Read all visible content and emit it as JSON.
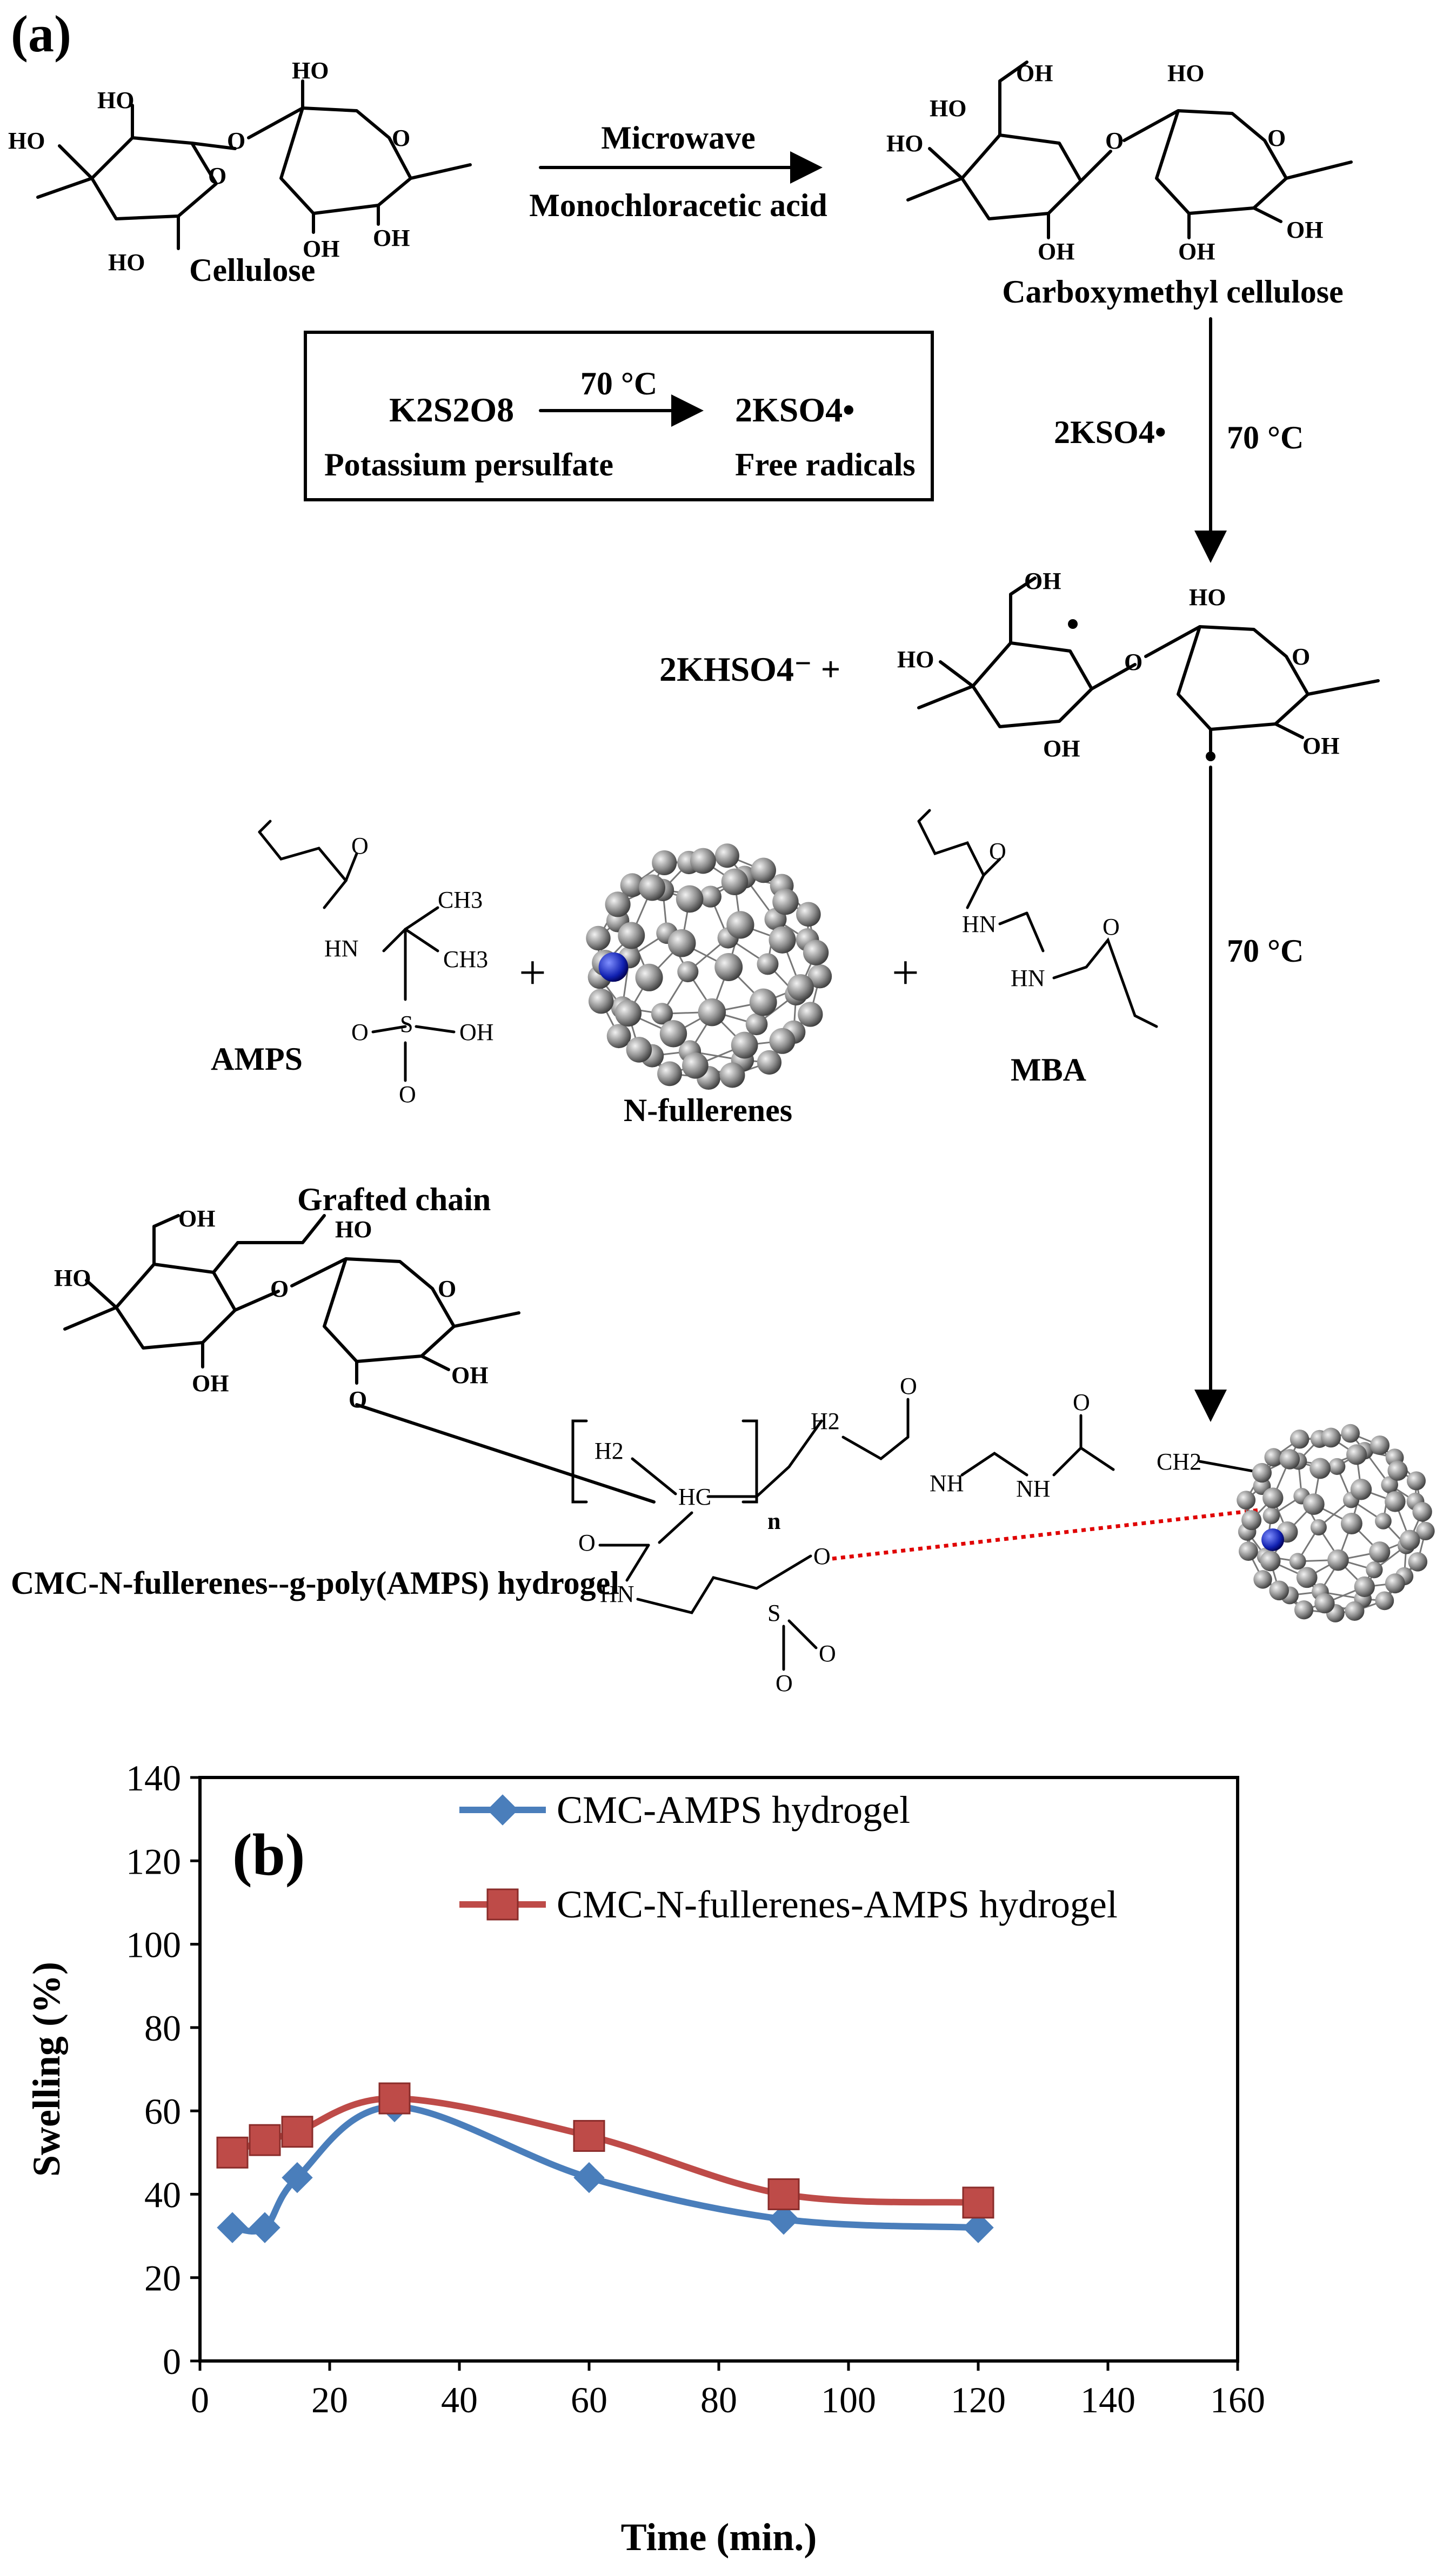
{
  "panel_a": {
    "label": "(a)",
    "cellulose_name": "Cellulose",
    "cmc_name": "Carboxymethyl cellulose",
    "arrow1_top": "Microwave",
    "arrow1_bottom": "Monochloracetic acid",
    "box_reactant": "K2S2O8",
    "box_temp": "70 °C",
    "box_product": "2KSO4•",
    "box_reactant_name": "Potassium persulfate",
    "box_product_name": "Free radicals",
    "arrow2_reagent": "2KSO4•",
    "arrow2_temp": "70 °C",
    "byproduct": "2KHSO4⁻ +",
    "arrow3_temp": "70 °C",
    "amps_name": "AMPS",
    "nfull_name": "N-fullerenes",
    "mba_name": "MBA",
    "plus": "+",
    "grafted_chain": "Grafted chain",
    "product_name": "CMC-N-fullerenes--g-poly(AMPS) hydrogel",
    "atoms": {
      "ho": "HO",
      "oh": "OH",
      "o": "O",
      "hn": "HN",
      "nh": "NH",
      "ch3": "CH3",
      "s": "S",
      "h2": "H2",
      "hc": "HC",
      "ch2": "CH2",
      "n": "n"
    }
  },
  "panel_b": {
    "label": "(b)",
    "chart_data": {
      "type": "line",
      "title": "",
      "xlabel": "Time (min.)",
      "ylabel": "Swelling (%)",
      "xlim": [
        0,
        160
      ],
      "ylim": [
        0,
        140
      ],
      "x_ticks": [
        "0",
        "20",
        "40",
        "60",
        "80",
        "100",
        "120",
        "140",
        "160"
      ],
      "y_ticks": [
        "0",
        "20",
        "40",
        "60",
        "80",
        "100",
        "120",
        "140"
      ],
      "x": [
        5,
        10,
        15,
        30,
        60,
        90,
        120
      ],
      "series": [
        {
          "name": "CMC-AMPS hydrogel",
          "values": [
            32,
            32,
            44,
            61,
            44,
            34,
            32
          ],
          "color": "#4a7ebb",
          "marker": "diamond"
        },
        {
          "name": "CMC-N-fullerenes-AMPS hydrogel",
          "values": [
            50,
            53,
            55,
            63,
            54,
            40,
            38
          ],
          "color": "#be4b48",
          "marker": "square"
        }
      ],
      "grid": false,
      "legend": "top-right"
    }
  }
}
